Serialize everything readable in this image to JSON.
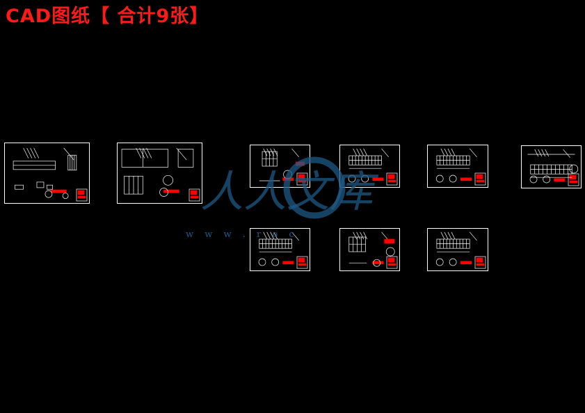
{
  "title": {
    "text": "CAD图纸【  合计9张】",
    "color": "#ff1a1a"
  },
  "drawing": {
    "line_color": "#ffffff",
    "accent_color": "#ff0000"
  },
  "watermark": {
    "text": "人人文库",
    "url": "w w w . r            o c",
    "color": "#1e5a86"
  },
  "sheets": [
    {
      "id": "sheet-1",
      "variant": "detail"
    },
    {
      "id": "sheet-2",
      "variant": "plan"
    },
    {
      "id": "sheet-3",
      "variant": "elevation"
    },
    {
      "id": "sheet-4",
      "variant": "grid"
    },
    {
      "id": "sheet-5",
      "variant": "grid"
    },
    {
      "id": "sheet-6",
      "variant": "long"
    },
    {
      "id": "sheet-7",
      "variant": "grid"
    },
    {
      "id": "sheet-8",
      "variant": "column"
    },
    {
      "id": "sheet-9",
      "variant": "grid"
    }
  ]
}
